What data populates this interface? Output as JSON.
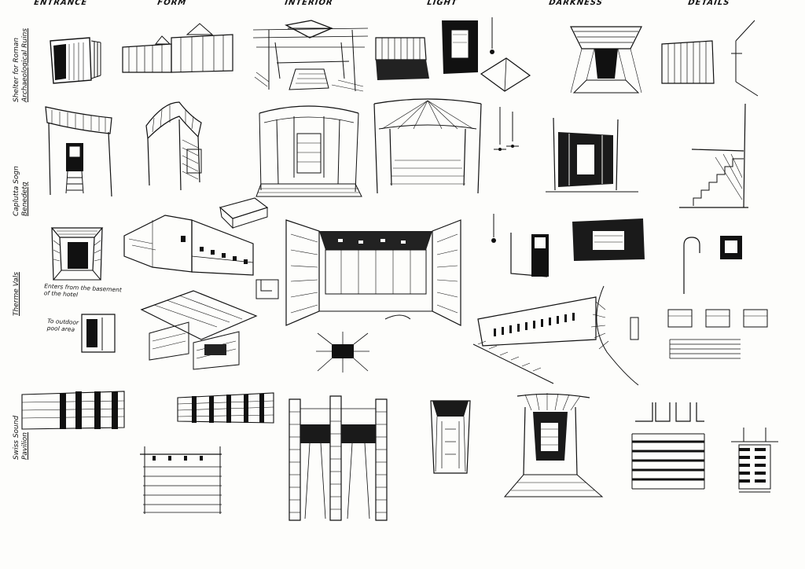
{
  "columns": [
    {
      "label": "ENTRANCE"
    },
    {
      "label": "FORM"
    },
    {
      "label": "INTERIOR"
    },
    {
      "label": "LIGHT"
    },
    {
      "label": "DARKNESS"
    },
    {
      "label": "DETAILS"
    }
  ],
  "rows": [
    {
      "line1": "Shelter for Roman",
      "line2": "Archaeological Ruins"
    },
    {
      "line1": "Caplutta Sogn",
      "line2": "Benedetg"
    },
    {
      "line1": "Therme Vals",
      "line2": ""
    },
    {
      "line1": "Swiss Sound",
      "line2": "Pavilion"
    }
  ],
  "notes": {
    "entrance_note": "Enters from the basement of the hotel",
    "pool_note": "To outdoor pool area"
  },
  "colors": {
    "ink": "#111111",
    "paper": "#fdfdfb"
  }
}
